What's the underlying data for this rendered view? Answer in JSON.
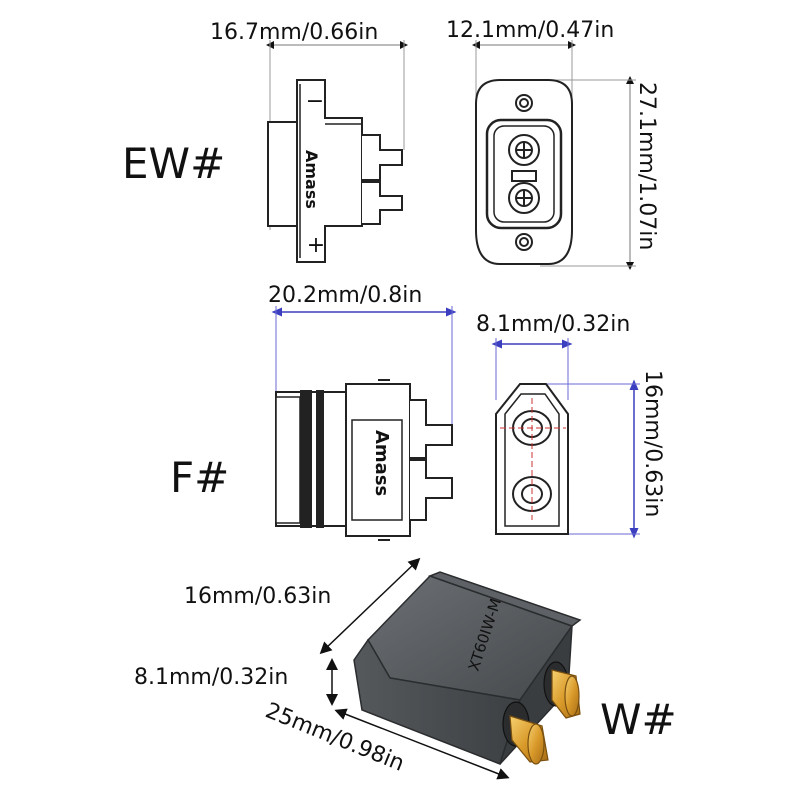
{
  "ew": {
    "label": "EW#",
    "side_width": "16.7mm/0.66in",
    "front_width": "12.1mm/0.47in",
    "front_height": "27.1mm/1.07in",
    "brand": "Amass",
    "minus": "−",
    "plus": "+"
  },
  "f": {
    "label": "F#",
    "side_width": "20.2mm/0.8in",
    "front_width": "8.1mm/0.32in",
    "front_height": "16mm/0.63in",
    "brand": "Amass"
  },
  "w": {
    "label": "W#",
    "length": "16mm/0.63in",
    "height": "8.1mm/0.32in",
    "depth": "25mm/0.98in",
    "model": "XT60IW-M"
  },
  "colors": {
    "line": "#222222",
    "dim_blue": "#3b3fbf",
    "dim_red": "#cc3333",
    "body_gray": "#505457",
    "brass": "#d9a030"
  }
}
